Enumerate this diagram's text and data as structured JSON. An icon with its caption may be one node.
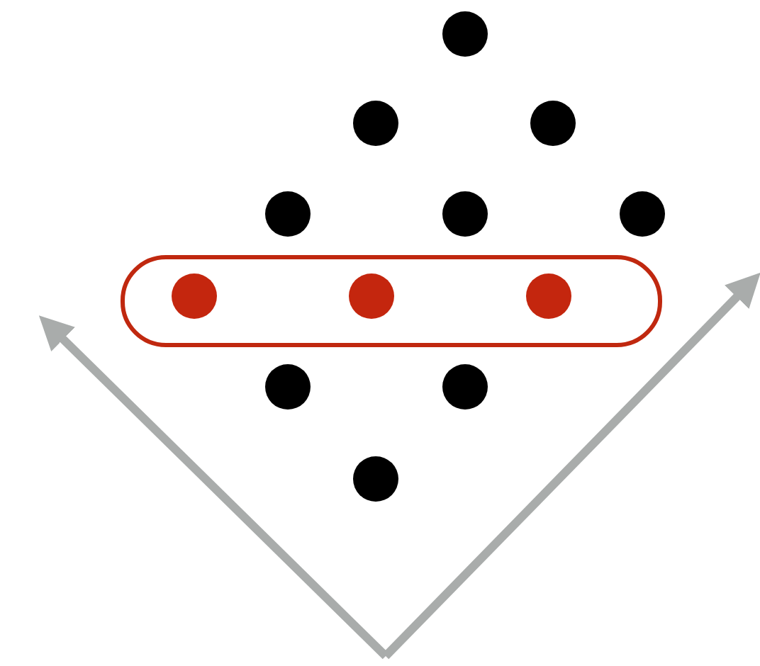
{
  "diagram": {
    "nodes": [
      {
        "text": [],
        "shape": "circle"
      },
      {
        "text": [],
        "shape": "circle"
      },
      {
        "text": [],
        "shape": "circle"
      },
      {
        "text": [],
        "shape": "circle"
      },
      {
        "text": [],
        "shape": "circle"
      },
      {
        "text": [],
        "shape": "circle"
      },
      {
        "text": [],
        "shape": "box"
      },
      {
        "text": [],
        "shape": "circle",
        "in": 6
      },
      {
        "text": [],
        "shape": "circle",
        "in": 6
      },
      {
        "text": [],
        "shape": "circle",
        "in": 6
      },
      {
        "text": [],
        "shape": "circle"
      },
      {
        "text": [],
        "shape": "circle"
      },
      {
        "text": [],
        "shape": "circle"
      }
    ]
  }
}
